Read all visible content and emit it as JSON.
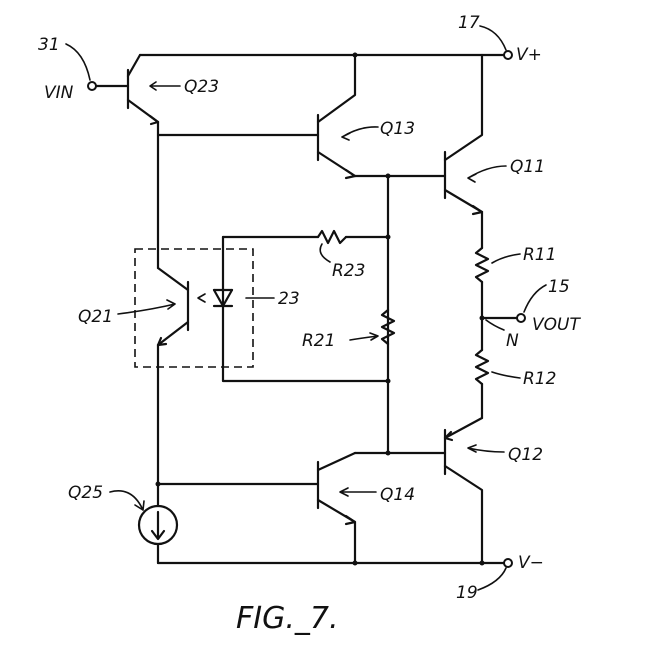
{
  "figure": {
    "caption": "FIG._7.",
    "labels": {
      "node_vin": "31",
      "vin": "VIN",
      "node_vplus": "17",
      "vplus": "V+",
      "node_vout": "15",
      "vout": "VOUT",
      "node_n": "N",
      "node_vminus": "19",
      "vminus": "V−",
      "q23": "Q23",
      "q13": "Q13",
      "q11": "Q11",
      "q21": "Q21",
      "d23": "23",
      "r23": "R23",
      "r21": "R21",
      "r11": "R11",
      "r12": "R12",
      "q12": "Q12",
      "q14": "Q14",
      "q25": "Q25"
    }
  }
}
